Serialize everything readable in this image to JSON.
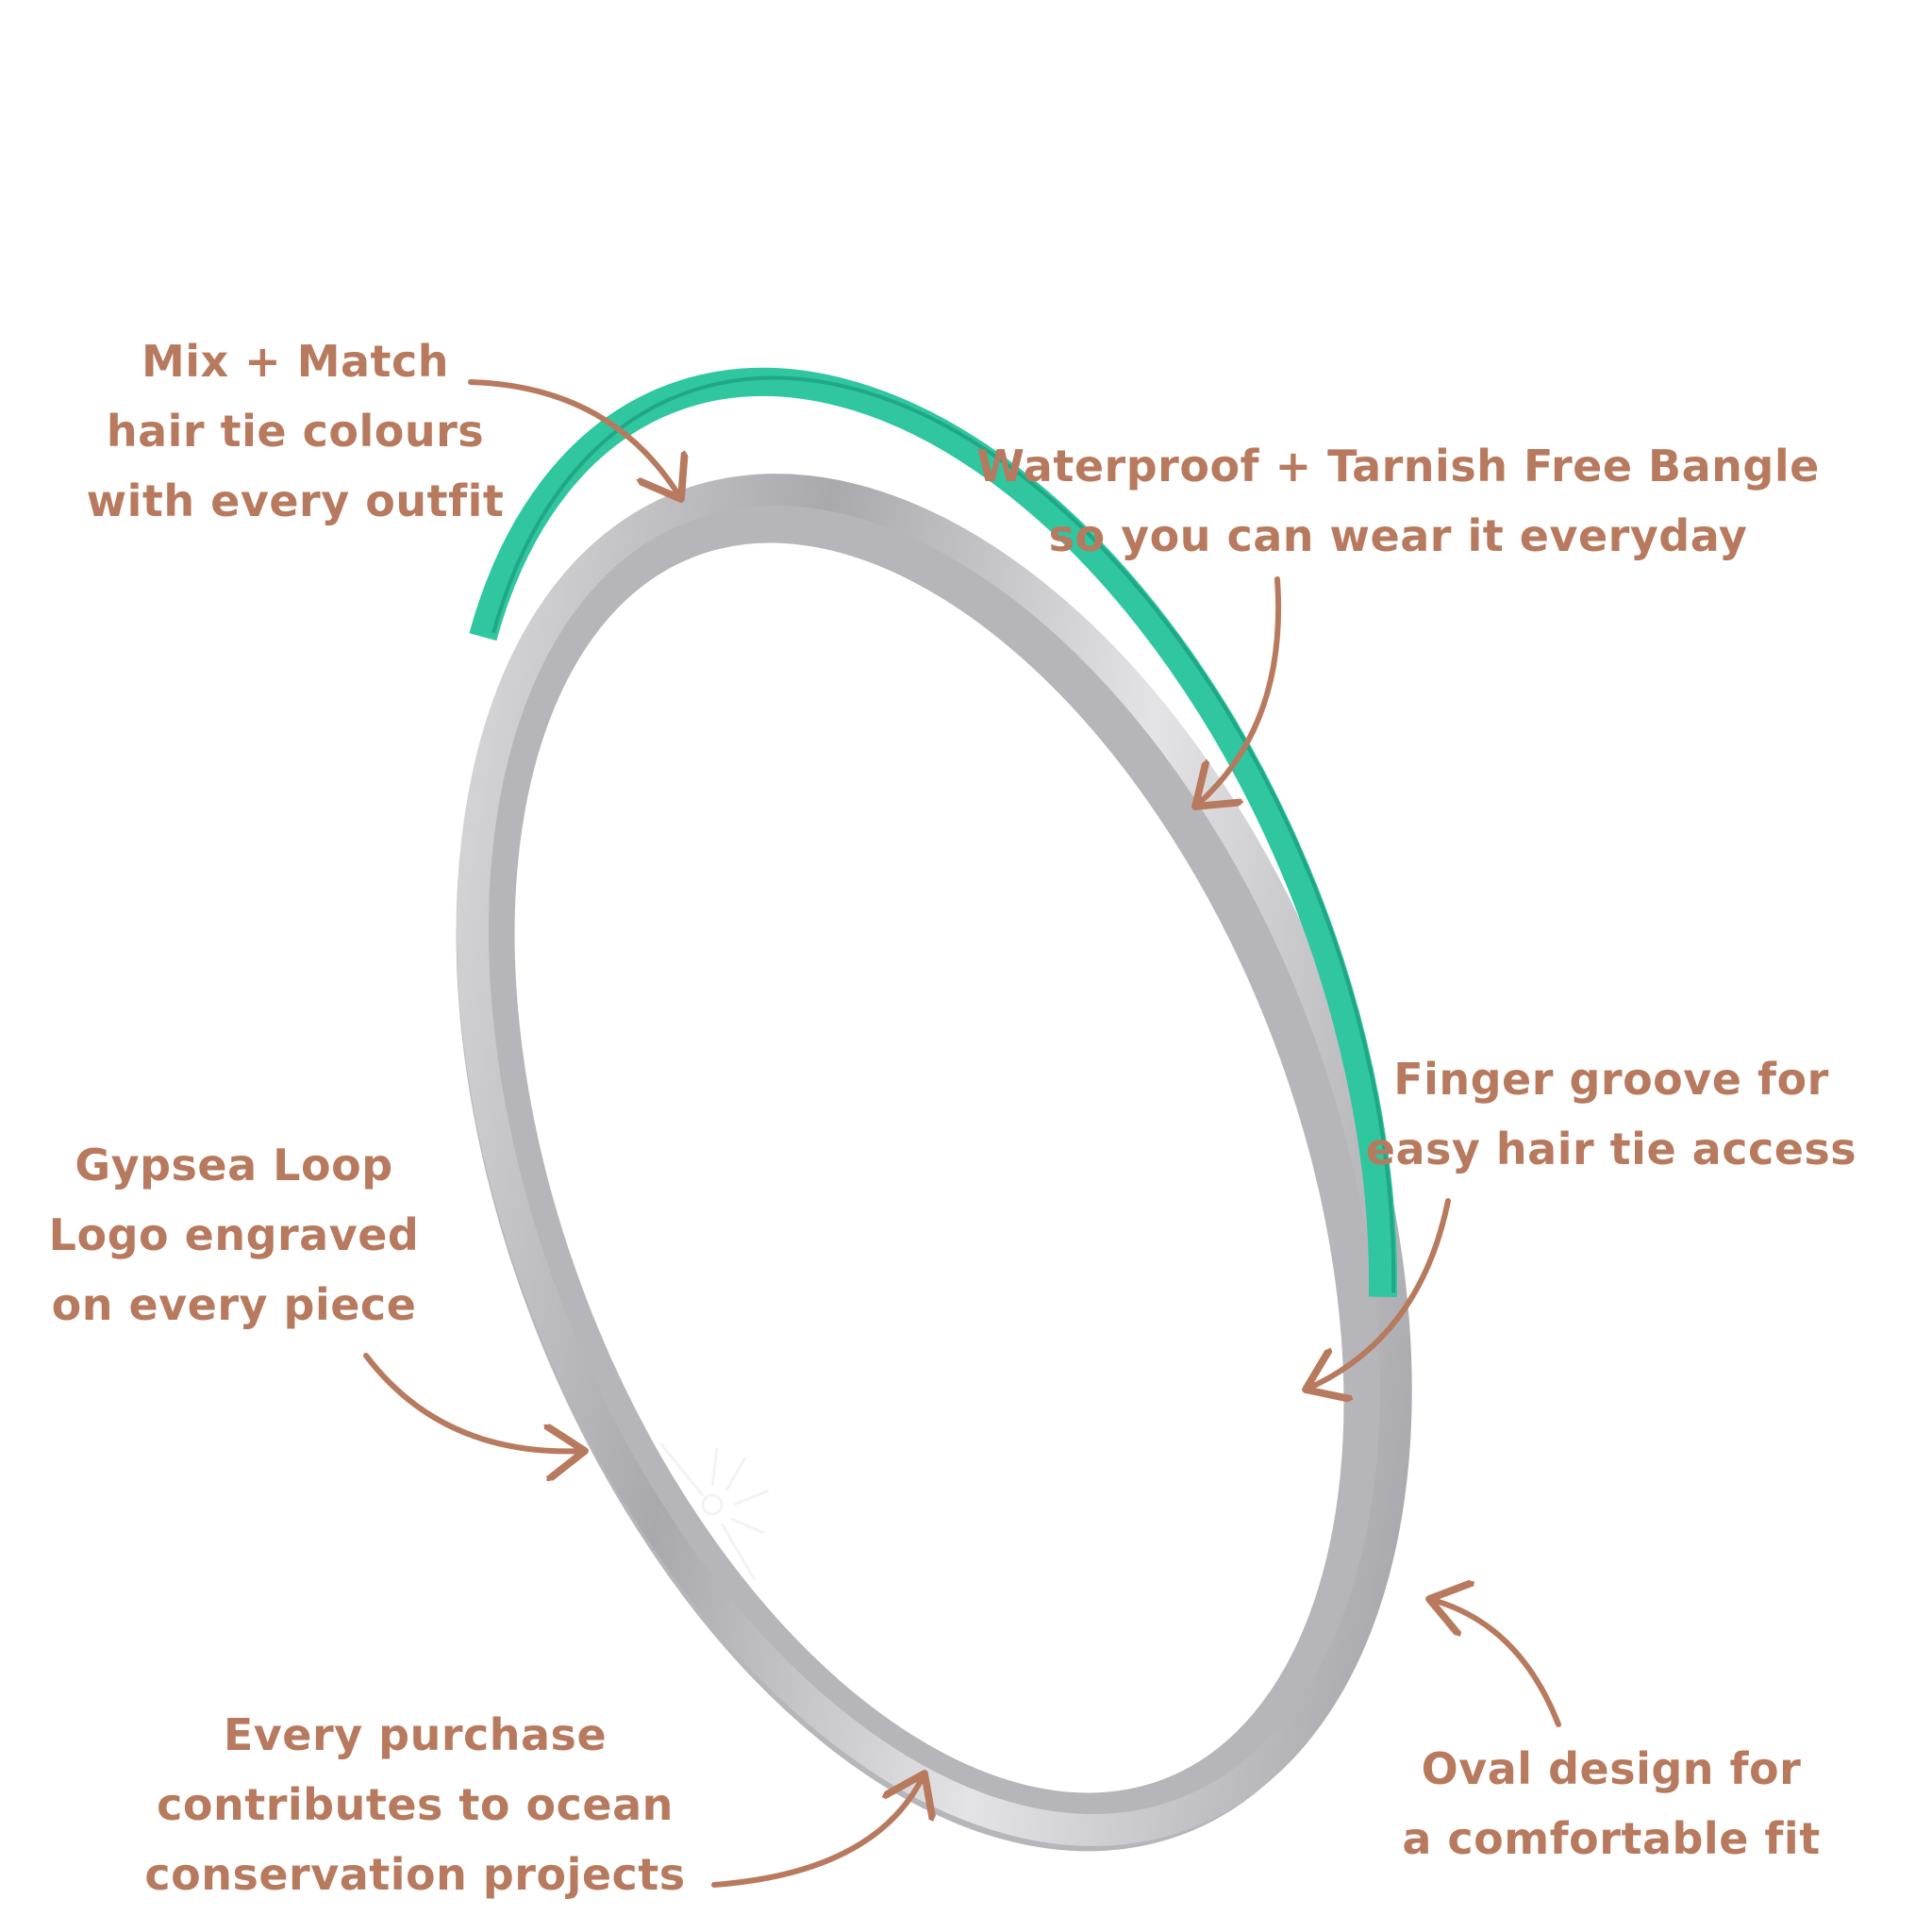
{
  "colors": {
    "text": "#b87a5e",
    "arrow": "#b87a5e",
    "band": "#2fc6a0",
    "metal": "#c9c9cc"
  },
  "callouts": {
    "mix_match": [
      "Mix + Match",
      "hair tie colours",
      "with every outfit"
    ],
    "waterproof": [
      "Waterproof + Tarnish Free Bangle",
      "so you can wear it everyday"
    ],
    "finger_groove": [
      "Finger groove for",
      "easy hair tie access"
    ],
    "logo": [
      "Gypsea Loop",
      "Logo engraved",
      "on every piece"
    ],
    "purchase": [
      "Every purchase",
      "contributes to ocean",
      "conservation projects"
    ],
    "oval": [
      "Oval design for",
      "a comfortable fit"
    ]
  }
}
